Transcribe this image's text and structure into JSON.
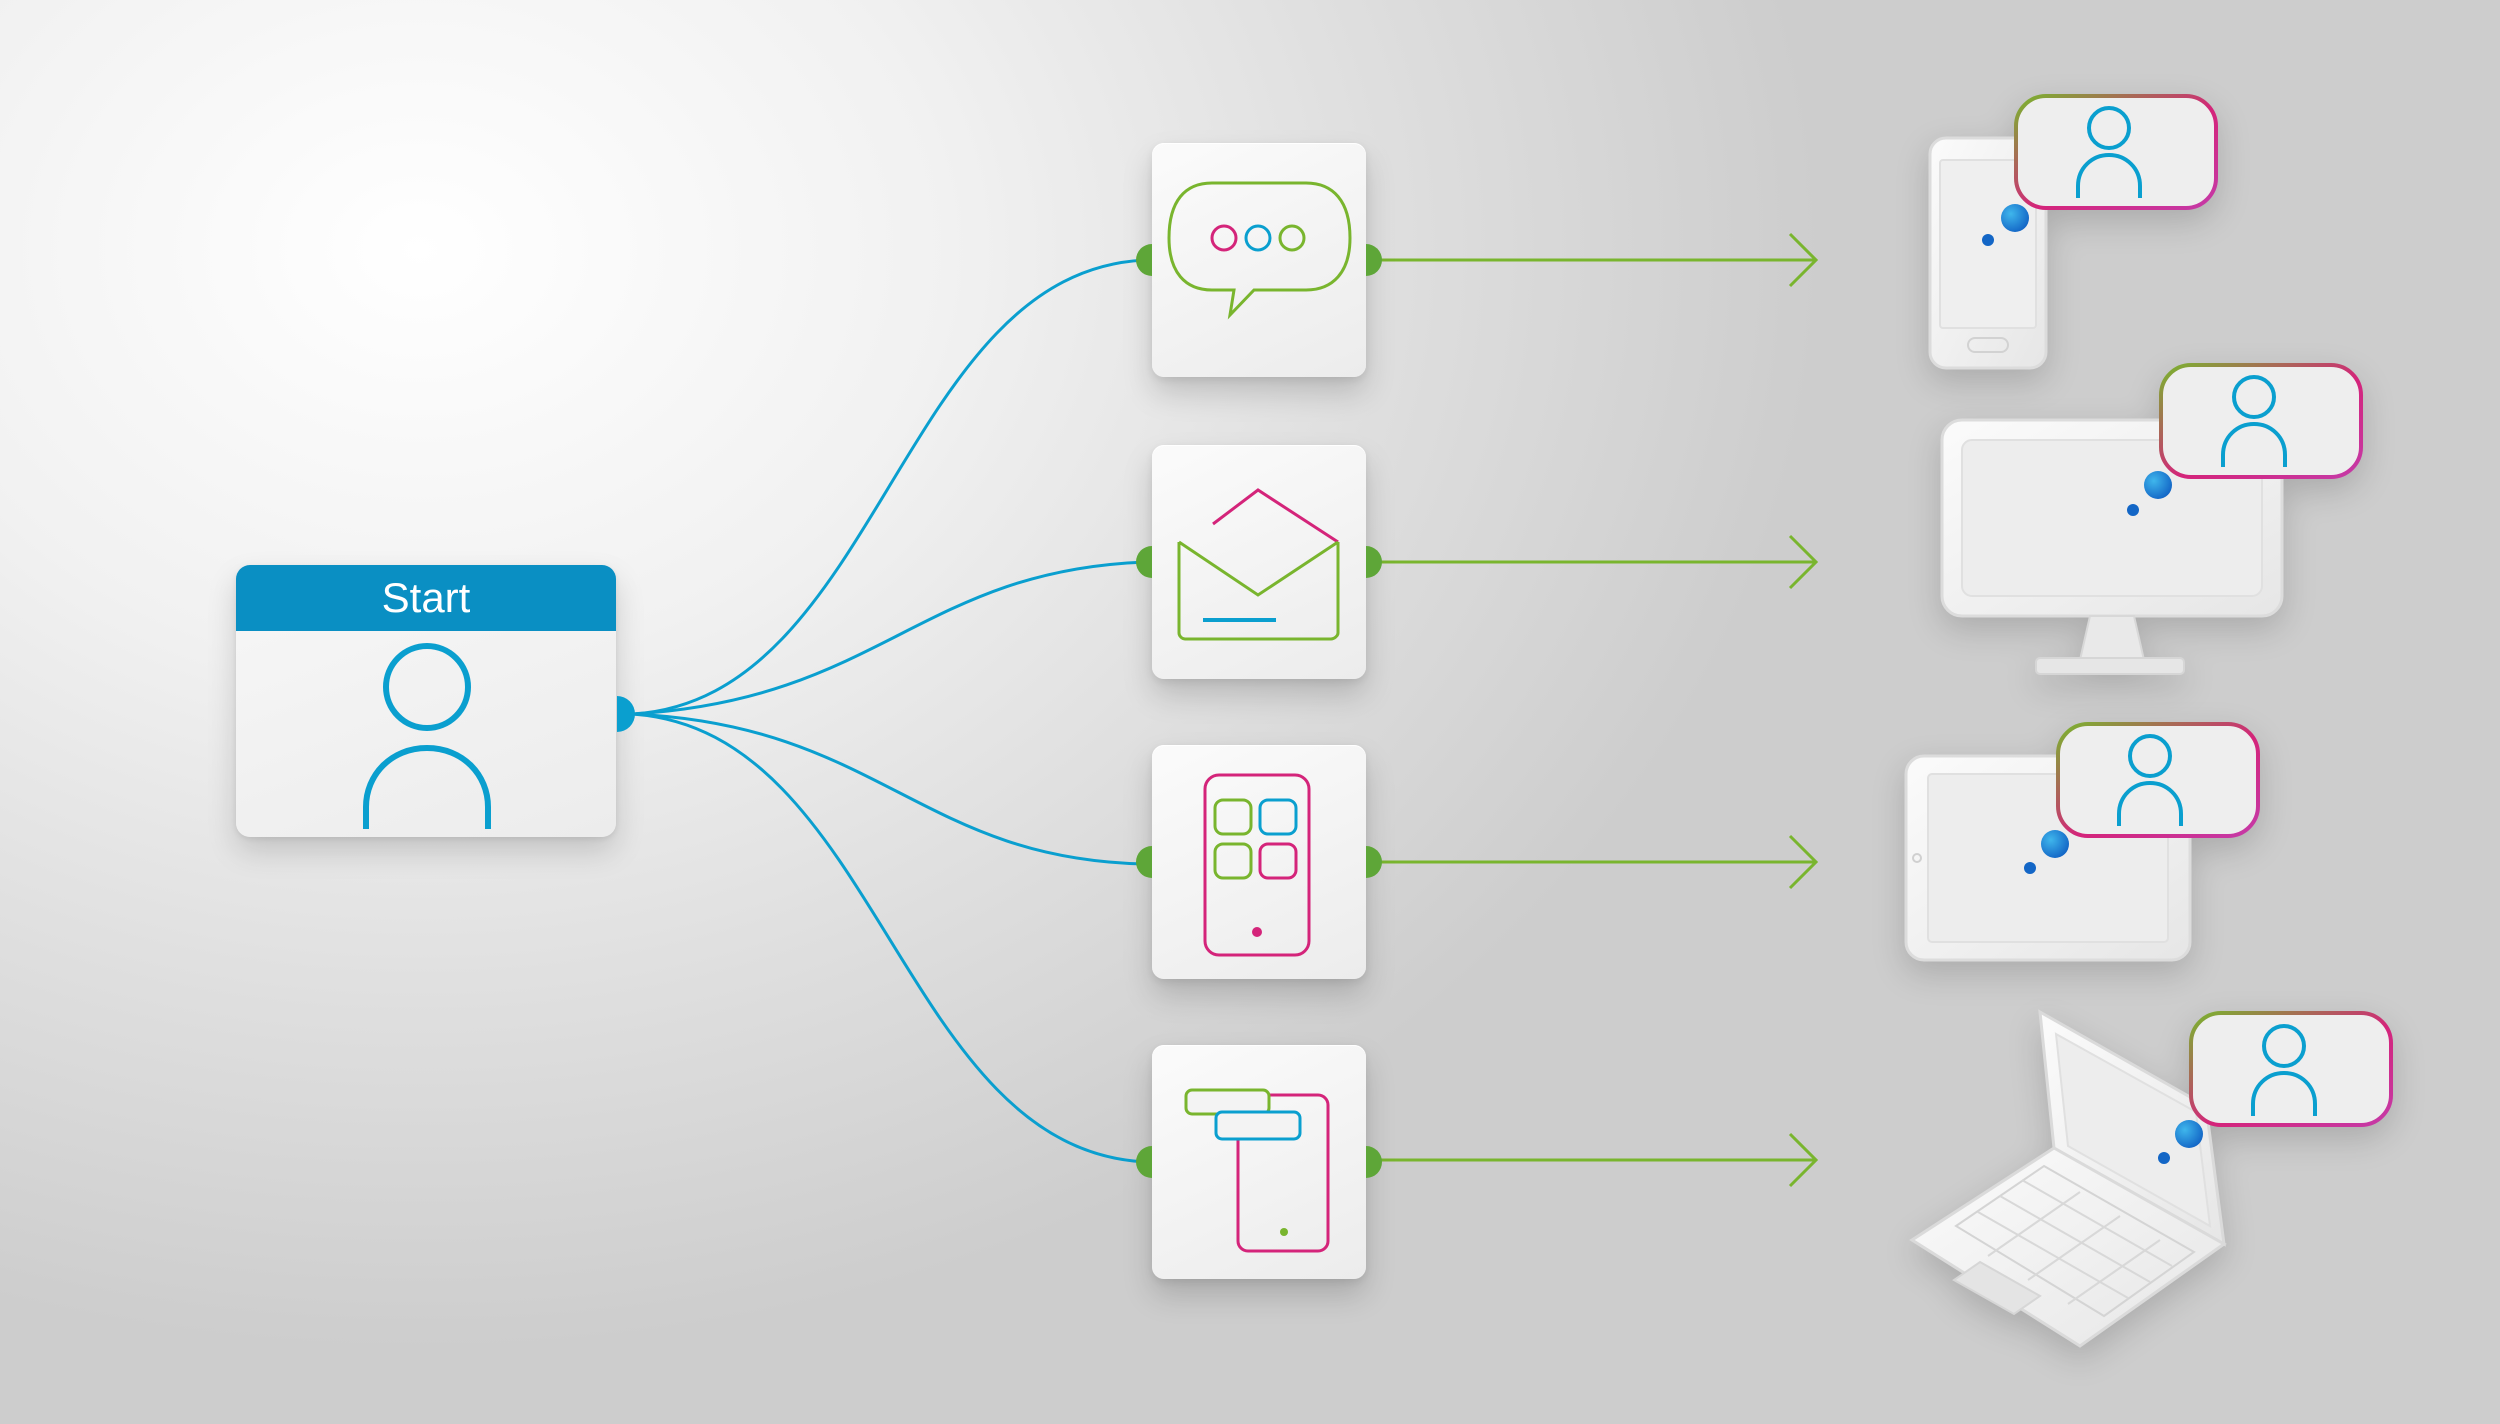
{
  "start_node": {
    "label": "Start",
    "icon": "user-icon"
  },
  "channels": [
    {
      "id": "chat",
      "icon": "chat-bubble-icon"
    },
    {
      "id": "email",
      "icon": "envelope-icon"
    },
    {
      "id": "app",
      "icon": "mobile-app-icon"
    },
    {
      "id": "push",
      "icon": "push-notification-icon"
    }
  ],
  "devices": [
    {
      "id": "smartphone",
      "icon": "smartphone-icon",
      "badge_icon": "user-icon"
    },
    {
      "id": "monitor",
      "icon": "desktop-monitor-icon",
      "badge_icon": "user-icon"
    },
    {
      "id": "tablet",
      "icon": "tablet-icon",
      "badge_icon": "user-icon"
    },
    {
      "id": "laptop",
      "icon": "laptop-icon",
      "badge_icon": "user-icon"
    }
  ],
  "colors": {
    "blue": "#0a9fcf",
    "header_blue": "#0a8fc3",
    "green": "#79b52e",
    "connector_green": "#5ea638",
    "magenta": "#d4247a",
    "dot_blue": "#1366c6"
  }
}
